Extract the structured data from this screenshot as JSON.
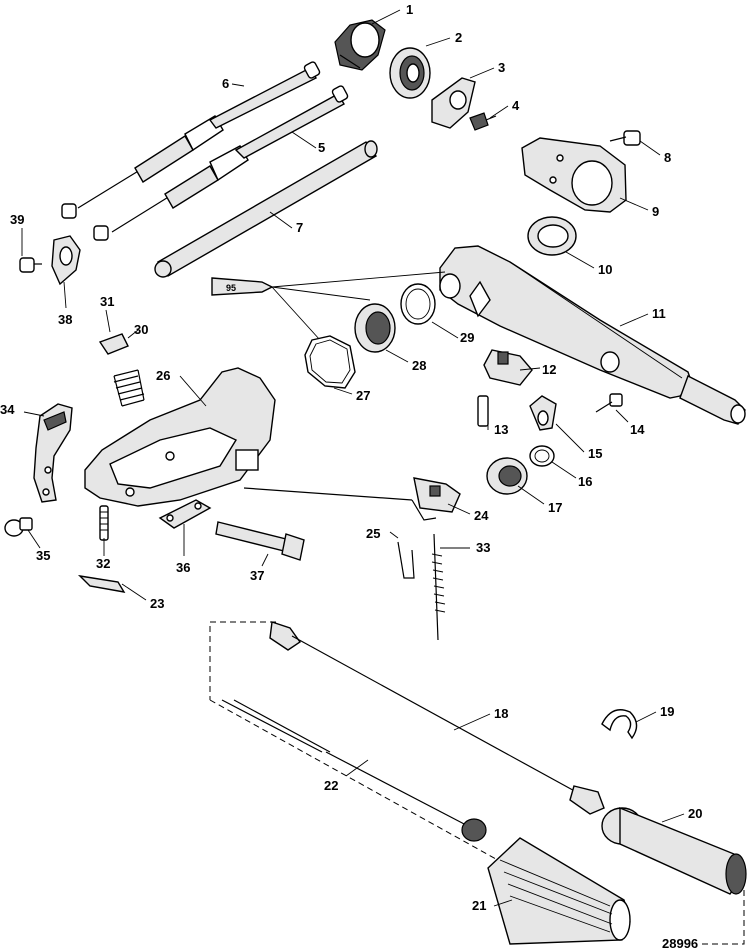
{
  "figure_number": "28996",
  "tube_label": "95",
  "callouts": [
    {
      "id": "1",
      "text": "1"
    },
    {
      "id": "2",
      "text": "2"
    },
    {
      "id": "3",
      "text": "3"
    },
    {
      "id": "4",
      "text": "4"
    },
    {
      "id": "5",
      "text": "5"
    },
    {
      "id": "6",
      "text": "6"
    },
    {
      "id": "7",
      "text": "7"
    },
    {
      "id": "8",
      "text": "8"
    },
    {
      "id": "9",
      "text": "9"
    },
    {
      "id": "10",
      "text": "10"
    },
    {
      "id": "11",
      "text": "11"
    },
    {
      "id": "12",
      "text": "12"
    },
    {
      "id": "13",
      "text": "13"
    },
    {
      "id": "14",
      "text": "14"
    },
    {
      "id": "15",
      "text": "15"
    },
    {
      "id": "16",
      "text": "16"
    },
    {
      "id": "17",
      "text": "17"
    },
    {
      "id": "18",
      "text": "18"
    },
    {
      "id": "19",
      "text": "19"
    },
    {
      "id": "20",
      "text": "20"
    },
    {
      "id": "21",
      "text": "21"
    },
    {
      "id": "22",
      "text": "22"
    },
    {
      "id": "23",
      "text": "23"
    },
    {
      "id": "24",
      "text": "24"
    },
    {
      "id": "25",
      "text": "25"
    },
    {
      "id": "26",
      "text": "26"
    },
    {
      "id": "27",
      "text": "27"
    },
    {
      "id": "28",
      "text": "28"
    },
    {
      "id": "29",
      "text": "29"
    },
    {
      "id": "30",
      "text": "30"
    },
    {
      "id": "31",
      "text": "31"
    },
    {
      "id": "32",
      "text": "32"
    },
    {
      "id": "33",
      "text": "33"
    },
    {
      "id": "34",
      "text": "34"
    },
    {
      "id": "35",
      "text": "35"
    },
    {
      "id": "36",
      "text": "36"
    },
    {
      "id": "37",
      "text": "37"
    },
    {
      "id": "38",
      "text": "38"
    },
    {
      "id": "39",
      "text": "39"
    }
  ]
}
